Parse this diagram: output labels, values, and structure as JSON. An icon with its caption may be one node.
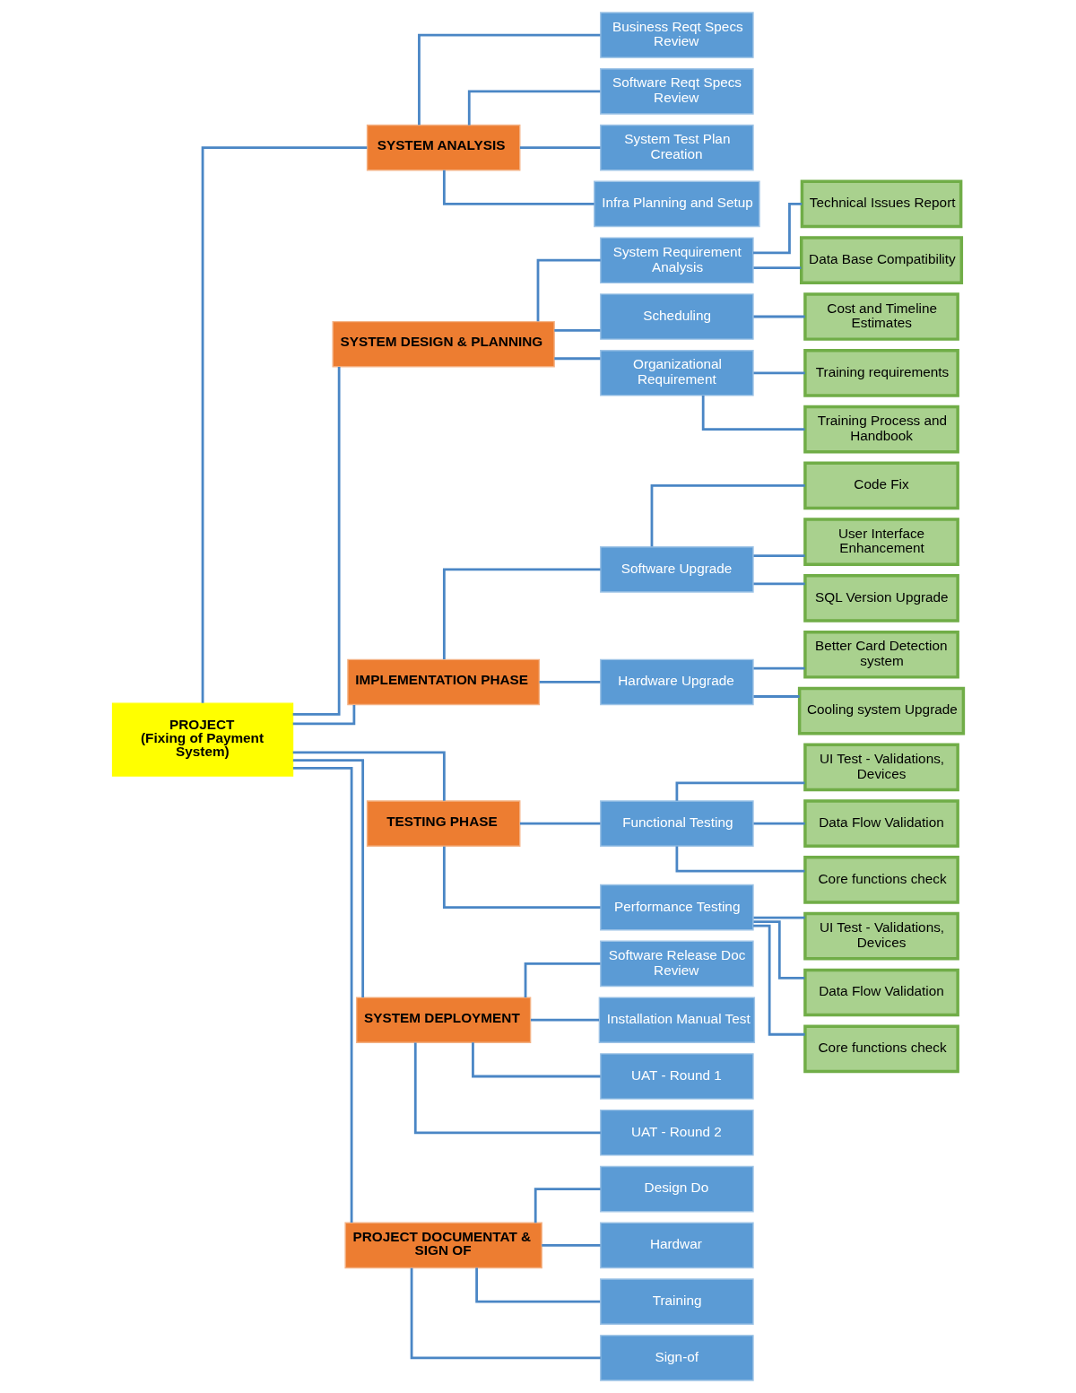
{
  "diagram": {
    "nodes": [
      {
        "text": [
          "PROJECT",
          "(Fixing of Payment System)"
        ]
      },
      {
        "text": [
          "SYSTEM ANALYSIS"
        ]
      },
      {
        "text": [
          "Business Reqt Specs Review"
        ]
      },
      {
        "text": [
          "Software Reqt Specs Review"
        ]
      },
      {
        "text": [
          "System Test Plan Creation"
        ]
      },
      {
        "text": [
          "Infra Planning and Setup"
        ]
      },
      {
        "text": [
          "SYSTEM DESIGN & PLANNING"
        ]
      },
      {
        "text": [
          "System Requirement Analysis"
        ]
      },
      {
        "text": [
          "Technical Issues Report"
        ]
      },
      {
        "text": [
          "Data Base Compatibility"
        ]
      },
      {
        "text": [
          "Scheduling"
        ]
      },
      {
        "text": [
          "Cost and Timeline Estimates"
        ]
      },
      {
        "text": [
          "Organizational Requirement"
        ]
      },
      {
        "text": [
          "Training requirements"
        ]
      },
      {
        "text": [
          "Training Process and Handbook"
        ]
      },
      {
        "text": [
          "IMPLEMENTATION PHASE"
        ]
      },
      {
        "text": [
          "Software Upgrade"
        ]
      },
      {
        "text": [
          "Code Fix"
        ]
      },
      {
        "text": [
          "User Interface Enhancement"
        ]
      },
      {
        "text": [
          "SQL Version Upgrade"
        ]
      },
      {
        "text": [
          "Hardware Upgrade"
        ]
      },
      {
        "text": [
          "Better Card Detection system"
        ]
      },
      {
        "text": [
          "Cooling system Upgrade"
        ]
      },
      {
        "text": [
          "TESTING PHASE"
        ]
      },
      {
        "text": [
          "Functional Testing"
        ]
      },
      {
        "text": [
          "UI Test - Validations, Devices"
        ]
      },
      {
        "text": [
          "Data Flow Validation"
        ]
      },
      {
        "text": [
          "Core functions check"
        ]
      },
      {
        "text": [
          "Performance Testing"
        ]
      },
      {
        "text": [
          "UI Test - Validations, Devices"
        ]
      },
      {
        "text": [
          "Data Flow Validation"
        ]
      },
      {
        "text": [
          "Core functions check"
        ]
      },
      {
        "text": [
          "SYSTEM DEPLOYMENT"
        ]
      },
      {
        "text": [
          "Software Release Doc Review"
        ]
      },
      {
        "text": [
          "Installation Manual Test"
        ]
      },
      {
        "text": [
          "UAT - Round 1"
        ]
      },
      {
        "text": [
          "UAT - Round 2"
        ]
      },
      {
        "text": [
          "PROJECT DOCUMENTAT & SIGN OF"
        ]
      },
      {
        "text": [
          "Design Do"
        ]
      },
      {
        "text": [
          "Hardwar"
        ]
      },
      {
        "text": [
          "Training"
        ]
      },
      {
        "text": [
          "Sign-of"
        ]
      }
    ],
    "edges": [
      {
        "from": 0,
        "to": 1,
        "arrow": "none"
      },
      {
        "from": 0,
        "to": 6,
        "arrow": "none"
      },
      {
        "from": 0,
        "to": 15,
        "arrow": "none"
      },
      {
        "from": 0,
        "to": 23,
        "arrow": "none"
      },
      {
        "from": 0,
        "to": 32,
        "arrow": "none"
      },
      {
        "from": 0,
        "to": 37,
        "arrow": "none"
      },
      {
        "from": 1,
        "to": 2,
        "arrow": "none"
      },
      {
        "from": 1,
        "to": 3,
        "arrow": "none"
      },
      {
        "from": 1,
        "to": 4,
        "arrow": "none"
      },
      {
        "from": 1,
        "to": 5,
        "arrow": "none"
      },
      {
        "from": 6,
        "to": 7,
        "arrow": "none"
      },
      {
        "from": 6,
        "to": 10,
        "arrow": "none"
      },
      {
        "from": 6,
        "to": 12,
        "arrow": "none"
      },
      {
        "from": 7,
        "to": 8,
        "arrow": "none"
      },
      {
        "from": 7,
        "to": 9,
        "arrow": "none"
      },
      {
        "from": 10,
        "to": 11,
        "arrow": "none"
      },
      {
        "from": 12,
        "to": 13,
        "arrow": "none"
      },
      {
        "from": 12,
        "to": 14,
        "arrow": "none"
      },
      {
        "from": 15,
        "to": 16,
        "arrow": "none"
      },
      {
        "from": 15,
        "to": 20,
        "arrow": "none"
      },
      {
        "from": 16,
        "to": 17,
        "arrow": "none"
      },
      {
        "from": 16,
        "to": 18,
        "arrow": "none"
      },
      {
        "from": 16,
        "to": 19,
        "arrow": "none"
      },
      {
        "from": 20,
        "to": 21,
        "arrow": "none"
      },
      {
        "from": 20,
        "to": 22,
        "arrow": "none"
      },
      {
        "from": 23,
        "to": 24,
        "arrow": "none"
      },
      {
        "from": 23,
        "to": 28,
        "arrow": "none"
      },
      {
        "from": 24,
        "to": 25,
        "arrow": "none"
      },
      {
        "from": 24,
        "to": 26,
        "arrow": "none"
      },
      {
        "from": 24,
        "to": 27,
        "arrow": "none"
      },
      {
        "from": 28,
        "to": 29,
        "arrow": "none"
      },
      {
        "from": 28,
        "to": 30,
        "arrow": "none"
      },
      {
        "from": 28,
        "to": 31,
        "arrow": "none"
      },
      {
        "from": 32,
        "to": 33,
        "arrow": "none"
      },
      {
        "from": 32,
        "to": 34,
        "arrow": "none"
      },
      {
        "from": 32,
        "to": 35,
        "arrow": "none"
      },
      {
        "from": 32,
        "to": 36,
        "arrow": "none"
      },
      {
        "from": 37,
        "to": 38,
        "arrow": "none"
      },
      {
        "from": 37,
        "to": 39,
        "arrow": "none"
      },
      {
        "from": 37,
        "to": 40,
        "arrow": "none"
      },
      {
        "from": 37,
        "to": 41,
        "arrow": "none"
      }
    ]
  }
}
